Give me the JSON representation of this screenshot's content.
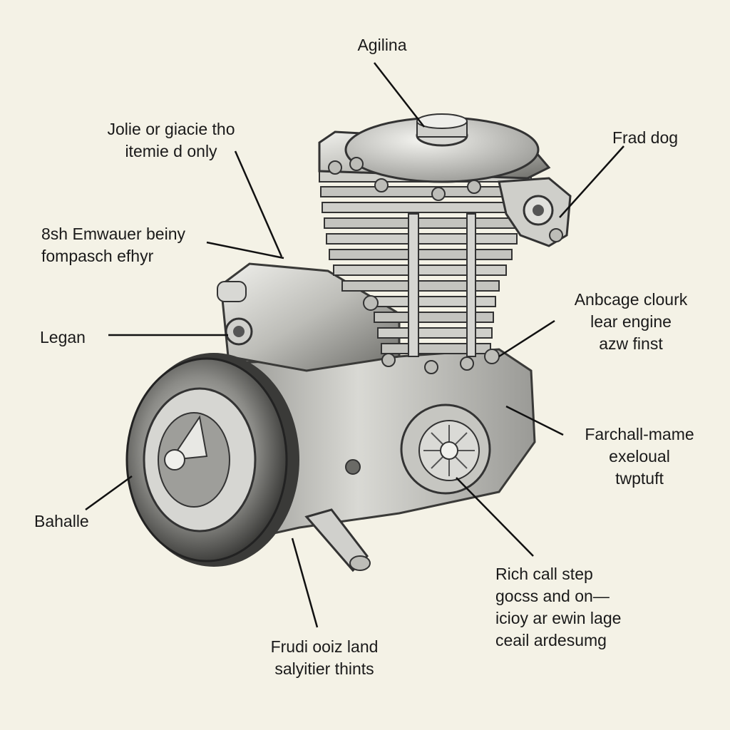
{
  "colors": {
    "background": "#f4f2e6",
    "ink": "#1a1a1a",
    "metal_light": "#e2e2de",
    "metal_mid": "#a9a9a5",
    "metal_dark": "#4a4a48"
  },
  "callouts": [
    {
      "id": "top",
      "lines": [
        "Agilina"
      ]
    },
    {
      "id": "upper-left",
      "lines": [
        "Jolie or giacie tho",
        "itemie d only"
      ]
    },
    {
      "id": "upper-right",
      "lines": [
        "Frad dog"
      ]
    },
    {
      "id": "mid-left",
      "lines": [
        "8sh Emwauer beiny",
        "fompasch efhyr"
      ]
    },
    {
      "id": "left",
      "lines": [
        "Legan"
      ]
    },
    {
      "id": "right-1",
      "lines": [
        "Anbcage clourk",
        "lear engine",
        "azw finst"
      ]
    },
    {
      "id": "right-2",
      "lines": [
        "Farchall-mame",
        "exeloual",
        "twptuft"
      ]
    },
    {
      "id": "lower-left",
      "lines": [
        "Bahalle"
      ]
    },
    {
      "id": "lower-right",
      "lines": [
        "Rich call step",
        "gocss and on—",
        "icioy ar ewin lage",
        "ceail ardesumg"
      ]
    },
    {
      "id": "bottom",
      "lines": [
        "Frudi ooiz land",
        "salyitier thints"
      ]
    }
  ],
  "illustration": {
    "subject": "engine-cutaway-drawing"
  }
}
